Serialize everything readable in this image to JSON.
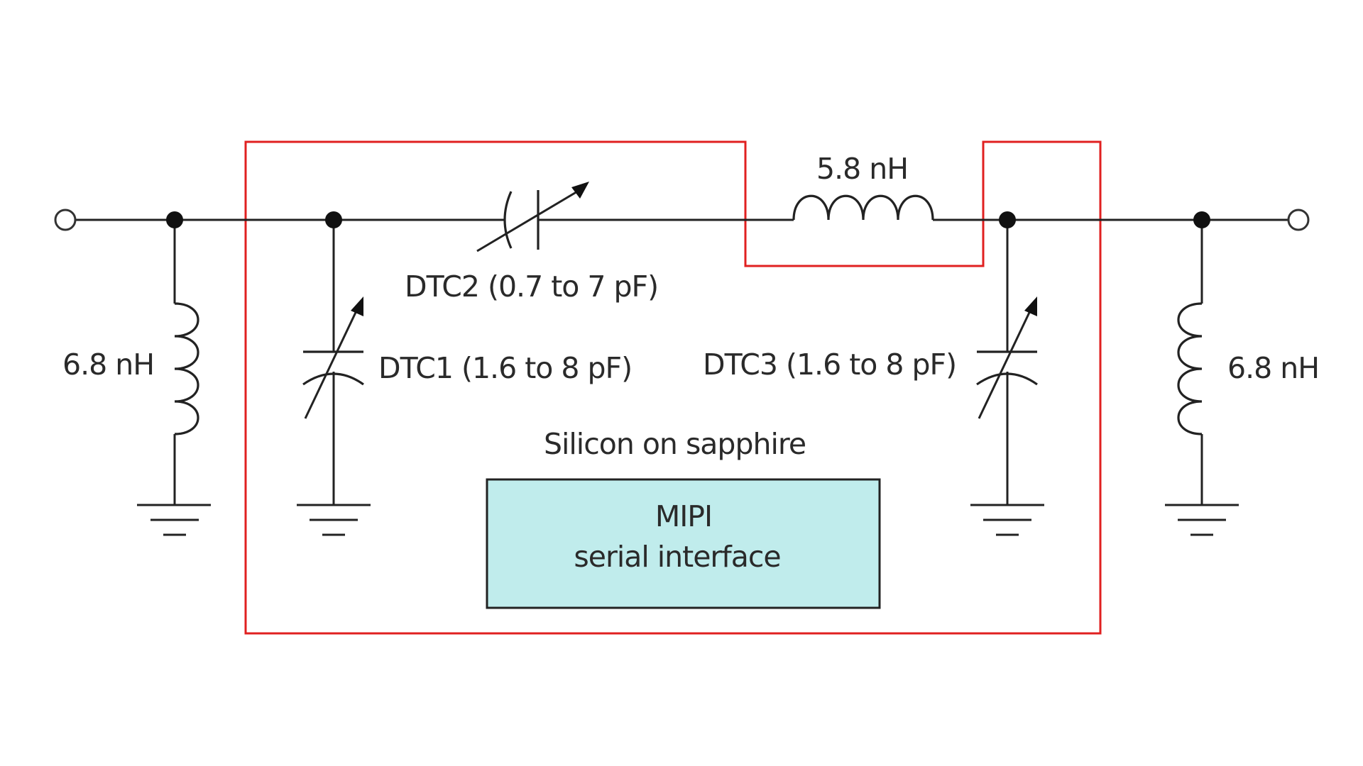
{
  "labels": {
    "l_left": "6.8 nH",
    "l_series": "5.8 nH",
    "l_right": "6.8 nH",
    "dtc1": "DTC1 (1.6 to 8 pF)",
    "dtc2": "DTC2 (0.7 to 7 pF)",
    "dtc3": "DTC3 (1.6 to 8 pF)",
    "chip": "Silicon on sapphire",
    "mipi_line1": "MIPI",
    "mipi_line2": "serial interface"
  },
  "colors": {
    "chip_outline": "#e02020",
    "mipi_fill": "#c0ecec",
    "wire": "#222222"
  }
}
